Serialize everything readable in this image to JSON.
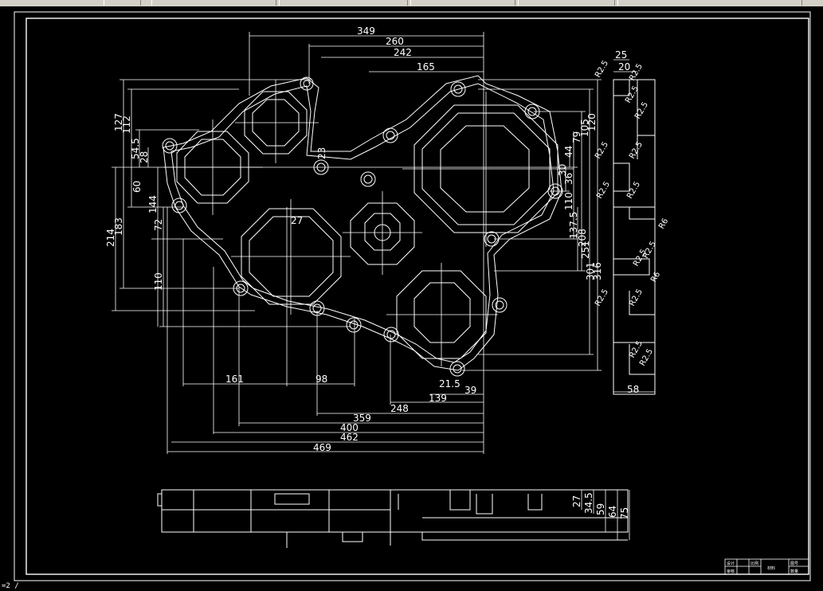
{
  "toolbar": {
    "segments": [
      "",
      "",
      "",
      "",
      "",
      ""
    ]
  },
  "status": {
    "command_prompt": "=2 /"
  },
  "drawing": {
    "top_view": {
      "horizontal_dims": [
        "349",
        "260",
        "242",
        "165",
        "161",
        "98",
        "21.5",
        "39",
        "139",
        "248",
        "359",
        "400",
        "462",
        "469",
        "27"
      ],
      "left_vertical_dims": [
        "127",
        "112",
        "54.5",
        "28",
        "60",
        "144",
        "183",
        "214",
        "72",
        "110"
      ],
      "right_vertical_dims": [
        "120",
        "105",
        "79",
        "44",
        "30",
        "36",
        "110",
        "137.5",
        "208",
        "251",
        "301",
        "316"
      ],
      "inner_dims": [
        "23"
      ]
    },
    "side_view": {
      "dims": [
        "25",
        "20",
        "58"
      ],
      "radius_labels": [
        "R2.5",
        "R2.5",
        "R2.5",
        "R2.5",
        "R2.5",
        "R2.5",
        "R2.5",
        "R2.5",
        "R2.5",
        "R2.5",
        "R6",
        "R6",
        "R2.5",
        "R2.5",
        "R2.5",
        "R2.5"
      ]
    },
    "front_view": {
      "dims": [
        "27",
        "34.5",
        "59",
        "64",
        "75"
      ]
    },
    "title_block": {
      "cells": [
        "设计",
        "比例",
        "图号",
        "审核",
        "材料",
        "数量"
      ]
    }
  },
  "colors": {
    "background": "#000000",
    "lines": "#ffffff",
    "frame": "#ffffff"
  }
}
